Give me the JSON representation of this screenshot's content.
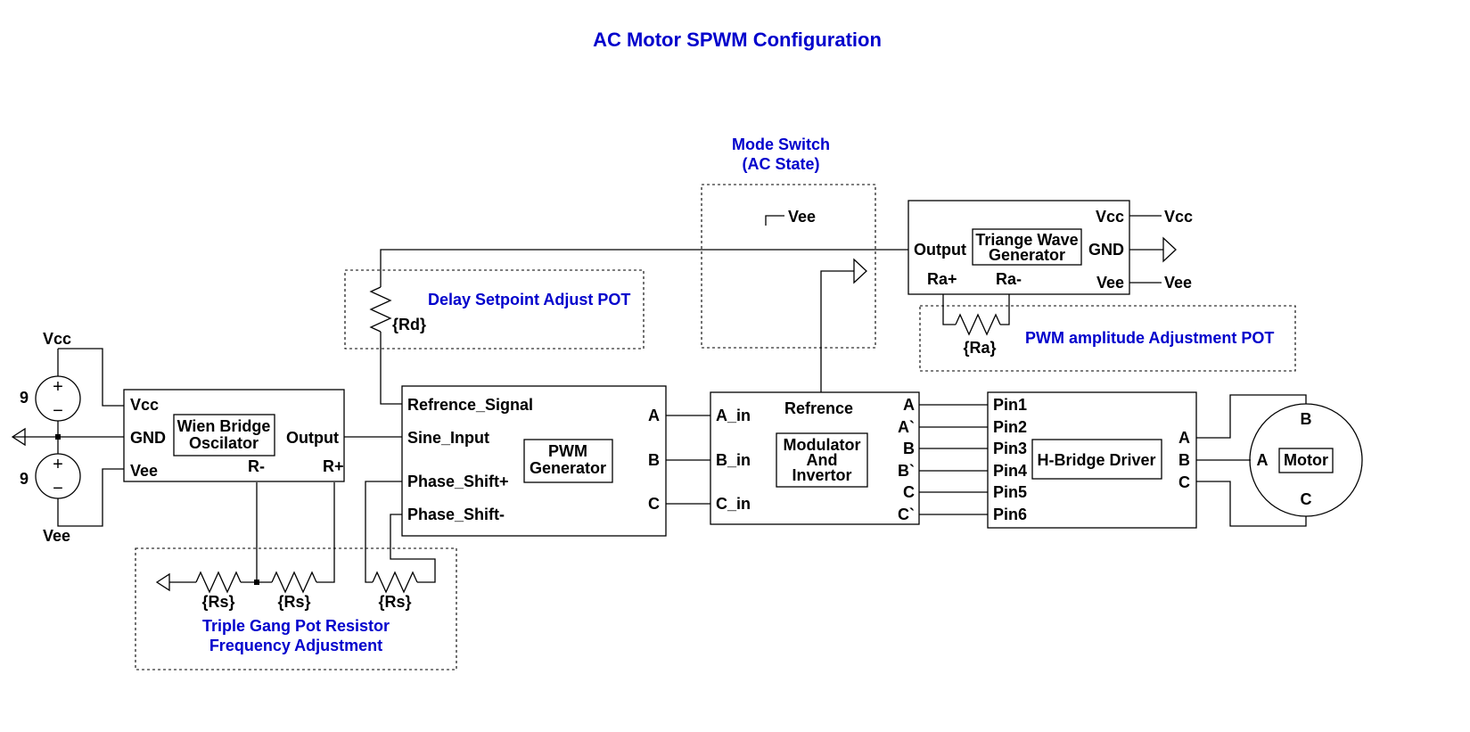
{
  "title": "AC Motor SPWM Configuration",
  "labels": {
    "vcc": "Vcc",
    "vee": "Vee",
    "gnd": "GND",
    "src_value": "9",
    "output": "Output",
    "r_minus": "R-",
    "r_plus": "R+",
    "rd": "{Rd}",
    "rs": "{Rs}",
    "ra": "{Ra}",
    "ra_plus": "Ra+",
    "ra_minus": "Ra-",
    "a": "A",
    "b": "B",
    "c": "C",
    "a_bar": "A`",
    "b_bar": "B`",
    "c_bar": "C`"
  },
  "blocks": {
    "wien": {
      "line1": "Wien Bridge",
      "line2": "Oscilator"
    },
    "pwm": {
      "line1": "PWM",
      "line2": "Generator",
      "ref": "Refrence_Signal",
      "sine": "Sine_Input",
      "ps_plus": "Phase_Shift+",
      "ps_minus": "Phase_Shift-"
    },
    "mod": {
      "line1": "Modulator",
      "line2": "And",
      "line3": "Invertor",
      "refrence": "Refrence",
      "a_in": "A_in",
      "b_in": "B_in",
      "c_in": "C_in"
    },
    "hbridge": {
      "name": "H-Bridge Driver",
      "pins": [
        "Pin1",
        "Pin2",
        "Pin3",
        "Pin4",
        "Pin5",
        "Pin6"
      ]
    },
    "motor": {
      "name": "Motor"
    },
    "tri": {
      "line1": "Triange Wave",
      "line2": "Generator"
    }
  },
  "annotations": {
    "mode_switch_1": "Mode Switch",
    "mode_switch_2": "(AC State)",
    "delay_pot": "Delay Setpoint Adjust POT",
    "pwm_amp_pot": "PWM amplitude Adjustment POT",
    "triple_gang_1": "Triple Gang Pot Resistor",
    "triple_gang_2": "Frequency Adjustment"
  },
  "colors": {
    "annotation": "#0000cc",
    "line": "#000000"
  }
}
